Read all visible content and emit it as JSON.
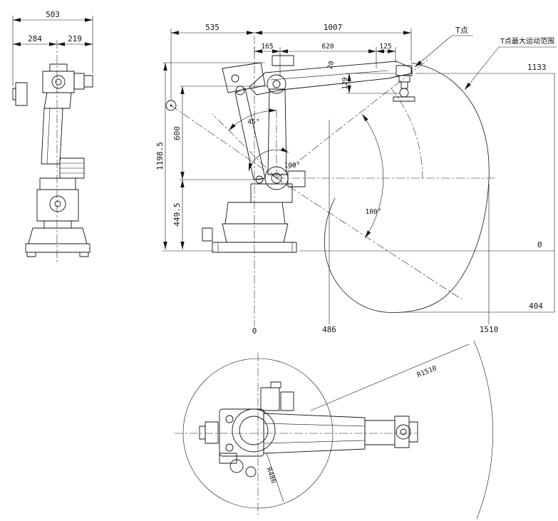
{
  "colors": {
    "background": "#ffffff",
    "ink": "#141414"
  },
  "annotations": {
    "t_point": "T点",
    "t_point_range": "T点最大运动范围"
  },
  "side_view": {
    "dim_total": "503",
    "dim_left": "284",
    "dim_right": "219"
  },
  "front_view": {
    "dim_535": "535",
    "dim_1007": "1007",
    "dim_165": "165",
    "dim_620": "620",
    "dim_125": "125",
    "dim_20": "20",
    "dim_129": "129",
    "dim_1198_5": "1198.5",
    "dim_600": "600",
    "dim_449_5": "449.5",
    "dim_1133": "1133",
    "dim_zero_right": "0",
    "dim_404": "404",
    "dim_zero_bottom": "0",
    "dim_486": "486",
    "dim_1510": "1510",
    "angle_45": "45°",
    "angle_100_arm": "100°",
    "angle_100_wrist": "100°"
  },
  "plan_view": {
    "r_outer": "R1510",
    "r_inner": "R486"
  }
}
